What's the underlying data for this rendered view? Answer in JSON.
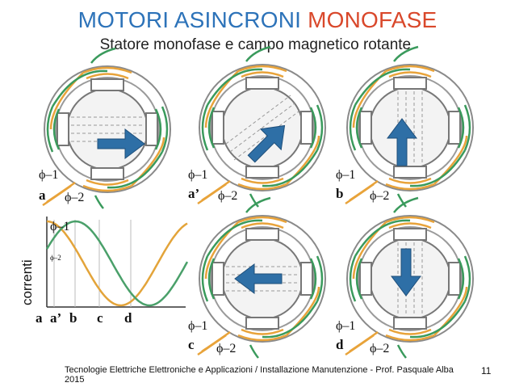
{
  "title": {
    "part1": "MOTORI ASINCRONI",
    "part2": "MONOFASE",
    "color1": "#2d73b9",
    "color2": "#d9482b"
  },
  "subtitle": "Statore monofase e campo magnetico rotante.",
  "ylabel": "correnti",
  "footer": "Tecnologie Elettriche Elettroniche e Applicazioni / Installazione Manutenzione  - Prof. Pasquale Alba 2015",
  "page_number": "11",
  "phase_labels": {
    "phi1": "ϕ–1",
    "phi2": "ϕ–2"
  },
  "panels": [
    {
      "id": "a",
      "label": "a",
      "arrow": "right"
    },
    {
      "id": "a1",
      "label": "a’",
      "arrow": "up-right"
    },
    {
      "id": "b",
      "label": "b",
      "arrow": "up"
    },
    {
      "id": "c",
      "label": "c",
      "arrow": "left"
    },
    {
      "id": "d",
      "label": "d",
      "arrow": "down"
    }
  ],
  "waveform": {
    "phi1_label": "ϕ–1",
    "phi2_label": "ϕ–2",
    "ticks": [
      "a",
      "a’",
      "b",
      "c",
      "d"
    ],
    "colors": {
      "phi1": "#e3a43a",
      "phi2": "#4aa06a"
    }
  },
  "colors": {
    "arrow": "#2e6fa6",
    "green": "#3a9a5c",
    "orange": "#e8a33a",
    "gray": "#8a8a8a"
  }
}
